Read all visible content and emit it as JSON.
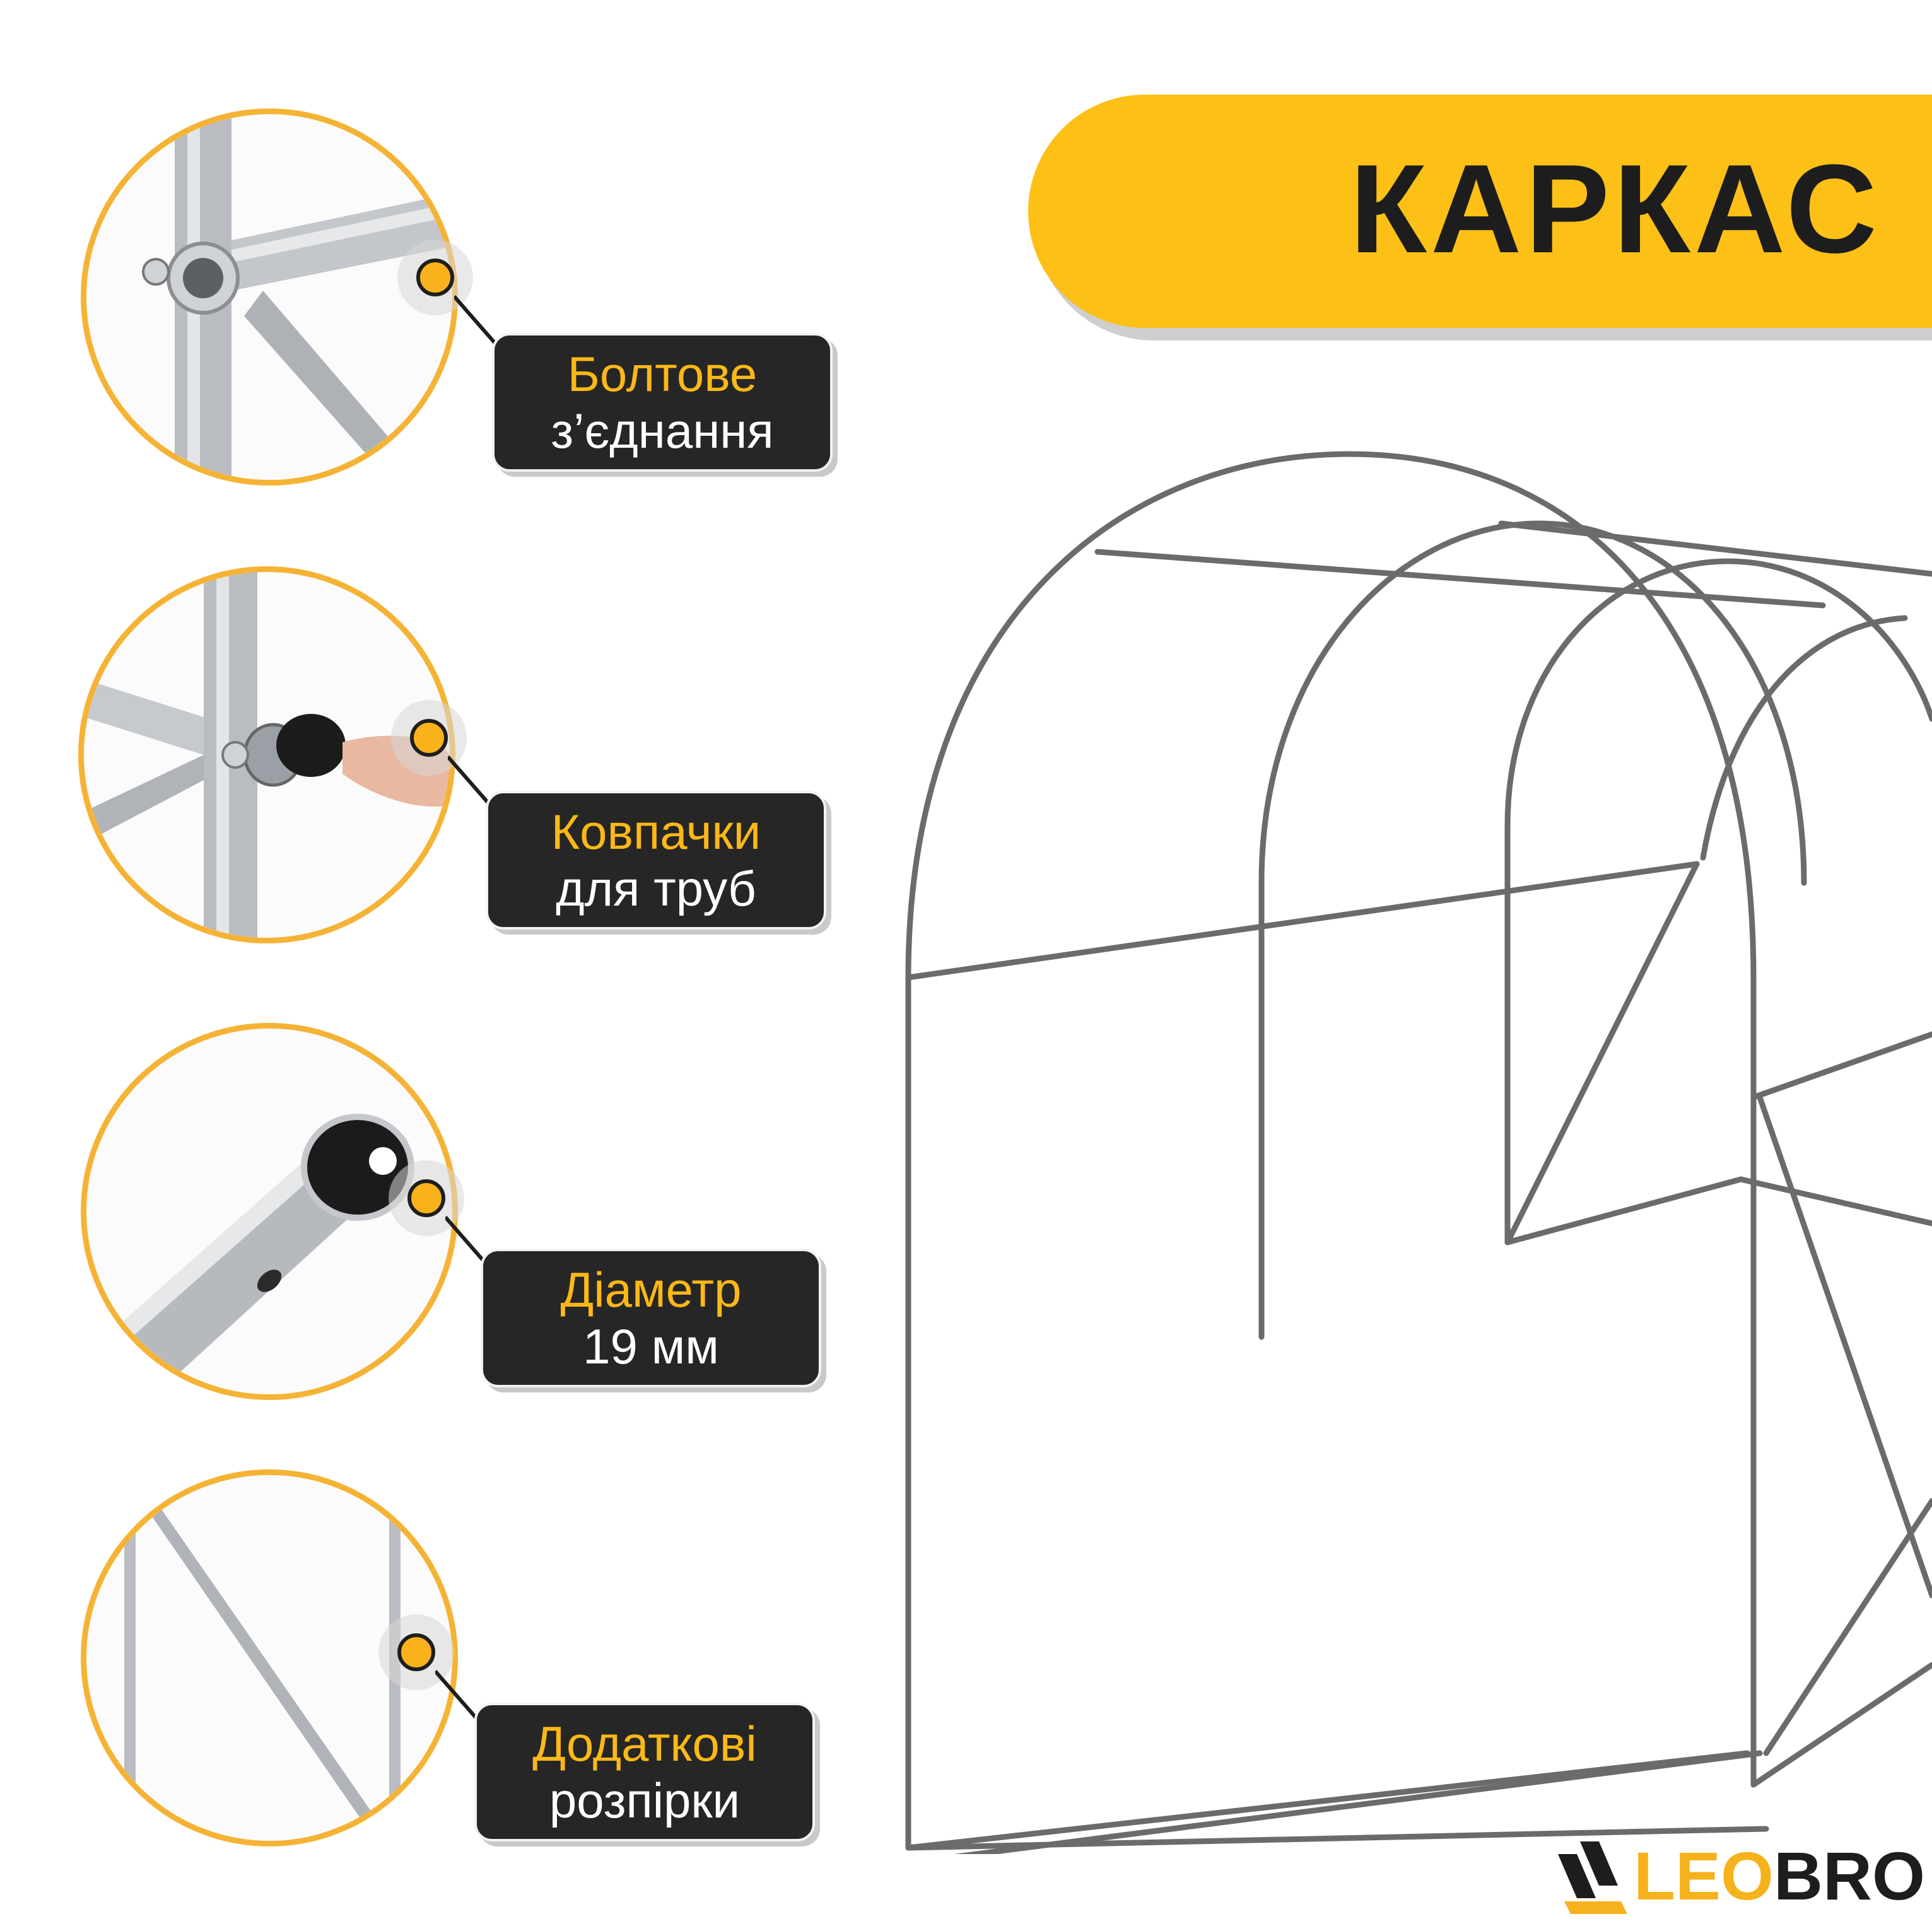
{
  "title": "КАРКАС",
  "features": [
    {
      "line1": "Болтове",
      "line2": "з’єднання"
    },
    {
      "line1": "Ковпачки",
      "line2": "для труб"
    },
    {
      "line1": "Діаметр",
      "line2": "19 мм"
    },
    {
      "line1": "Додаткові",
      "line2": "розпірки"
    }
  ],
  "logo": {
    "part1": "LEO",
    "part2": "BRO"
  },
  "colors": {
    "accent": "#fcc016",
    "label_bg": "#262626",
    "text_dark": "#1d1d1d"
  }
}
